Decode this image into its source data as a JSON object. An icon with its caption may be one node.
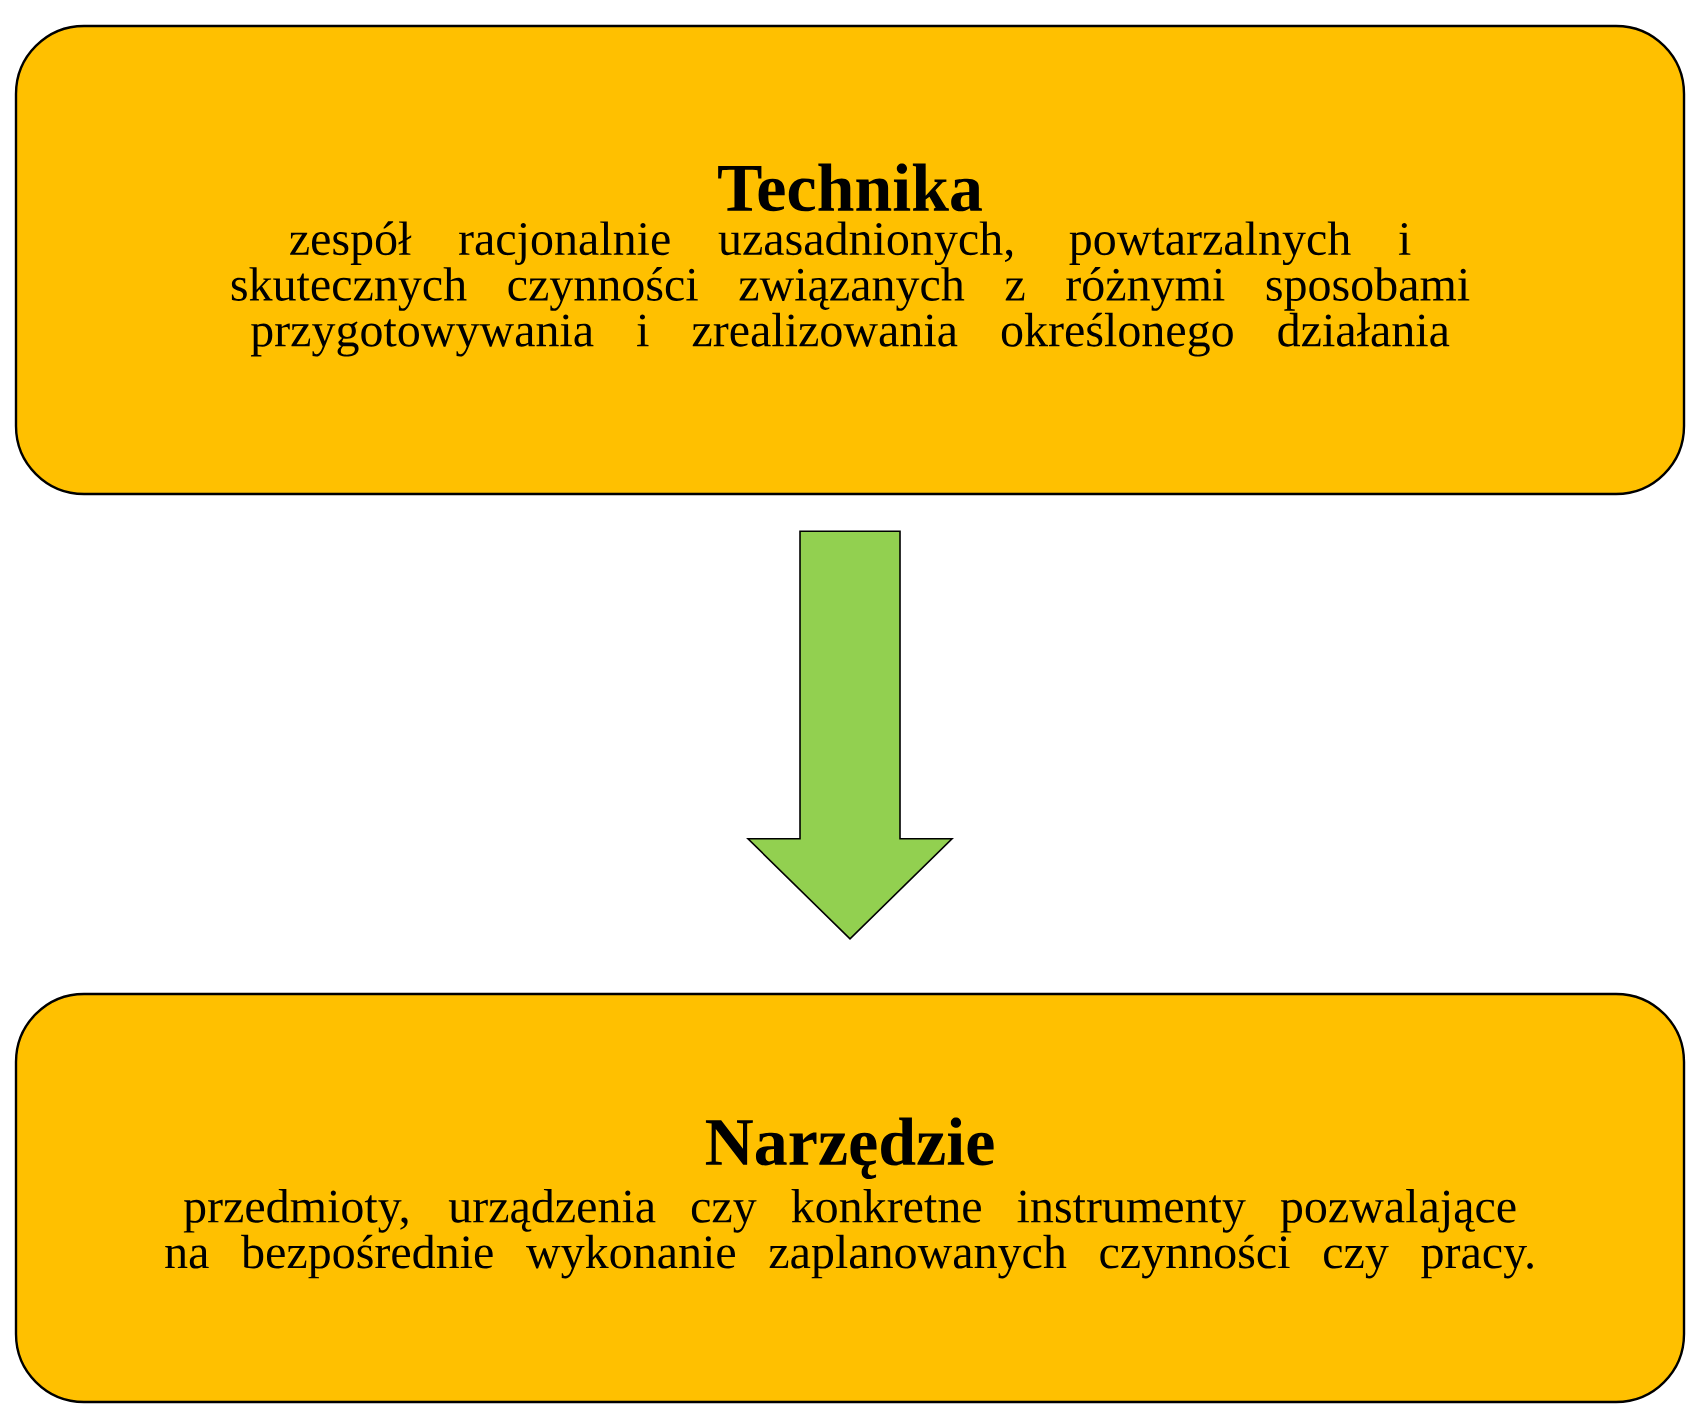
{
  "diagram": {
    "nodes": [
      {
        "text": [
          "Technika",
          "zespół racjonalnie uzasadnionych, powtarzalnych i skutecznych czynności związanych z różnymi sposobami przygotowywania i zrealizowania określonego działania"
        ]
      },
      {
        "text": [
          "Narzędzie",
          "przedmioty, urządzenia czy konkretne instrumenty pozwalające na bezpośrednie wykonanie zaplanowanych czynności czy pracy."
        ]
      }
    ],
    "edges": [
      {
        "from": 0,
        "to": 1,
        "arrow": "to"
      }
    ]
  }
}
